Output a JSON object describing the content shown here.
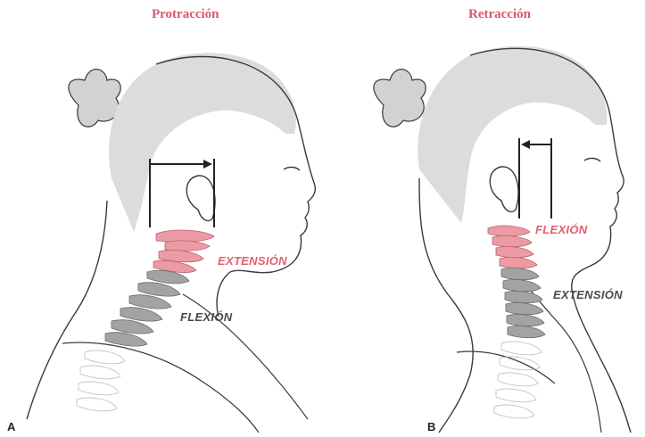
{
  "panel_a": {
    "title": "Protracción",
    "letter": "A",
    "label_red": "EXTENSIÓN",
    "label_gray": "FLEXIÓN"
  },
  "panel_b": {
    "title": "Retracción",
    "letter": "B",
    "label_red": "FLEXIÓN",
    "label_gray": "EXTENSIÓN"
  },
  "colors": {
    "title": "#d9576b",
    "upper_vertebrae": "#ec9aa4",
    "lower_vertebrae": "#a3a3a3",
    "hair": "#d2d2d2",
    "outline": "#3a3a3a"
  }
}
